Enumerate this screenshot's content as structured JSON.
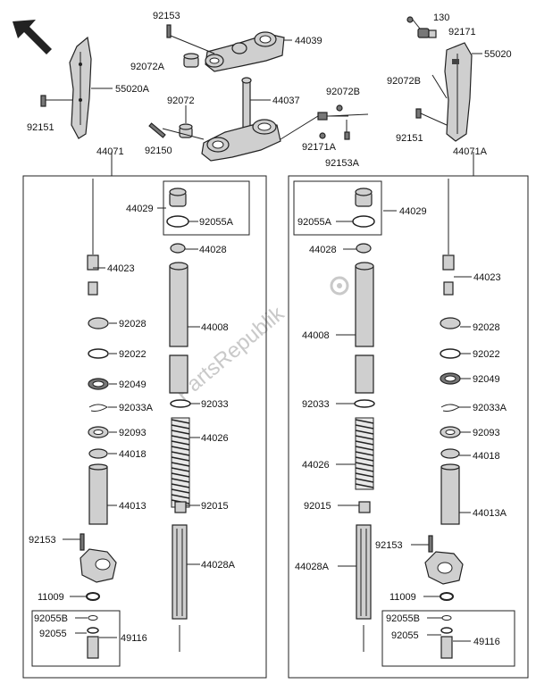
{
  "watermark": "PartsRepublik",
  "labels": {
    "n92153_top": "92153",
    "n44039": "44039",
    "n92072A": "92072A",
    "n55020A": "55020A",
    "n92151_l": "92151",
    "n92072": "92072",
    "n44037": "44037",
    "n92072B": "92072B",
    "n92150": "92150",
    "n92171A": "92171A",
    "n92153A": "92153A",
    "n130": "130",
    "n92171": "92171",
    "n55020": "55020",
    "n92072B_r": "92072B",
    "n92151_r": "92151",
    "n44071": "44071",
    "n44071A": "44071A",
    "L": {
      "n44029": "44029",
      "n92055A": "92055A",
      "n44028": "44028",
      "n44023": "44023",
      "n44008": "44008",
      "n92028": "92028",
      "n92022": "92022",
      "n92049": "92049",
      "n92033A": "92033A",
      "n92033": "92033",
      "n92093": "92093",
      "n44026": "44026",
      "n44018": "44018",
      "n44013": "44013",
      "n92015": "92015",
      "n92153": "92153",
      "n44028A": "44028A",
      "n11009": "11009",
      "n92055B": "92055B",
      "n92055": "92055",
      "n49116": "49116"
    },
    "R": {
      "n92055A": "92055A",
      "n44029": "44029",
      "n44028": "44028",
      "n44023": "44023",
      "n44008": "44008",
      "n92028": "92028",
      "n92022": "92022",
      "n92049": "92049",
      "n92033": "92033",
      "n92033A": "92033A",
      "n92093": "92093",
      "n44026": "44026",
      "n44018": "44018",
      "n92015": "92015",
      "n44013A": "44013A",
      "n92153": "92153",
      "n44028A": "44028A",
      "n11009": "11009",
      "n92055B": "92055B",
      "n92055": "92055",
      "n49116": "49116"
    }
  }
}
